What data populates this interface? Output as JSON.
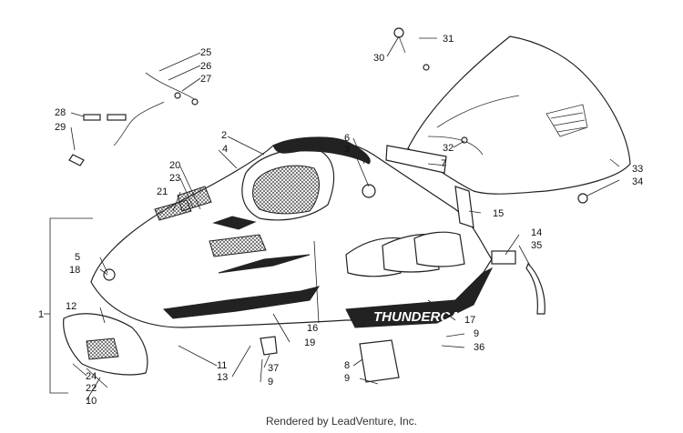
{
  "diagram": {
    "credit": "Rendered by LeadVenture, Inc.",
    "brand_text": "THUNDERCAT",
    "callouts": [
      {
        "id": "c1",
        "label": "1"
      },
      {
        "id": "c2",
        "label": "2"
      },
      {
        "id": "c3",
        "label": "3"
      },
      {
        "id": "c4",
        "label": "4"
      },
      {
        "id": "c5",
        "label": "5"
      },
      {
        "id": "c6",
        "label": "6"
      },
      {
        "id": "c7",
        "label": "7"
      },
      {
        "id": "c8",
        "label": "8"
      },
      {
        "id": "c9a",
        "label": "9"
      },
      {
        "id": "c9b",
        "label": "9"
      },
      {
        "id": "c9c",
        "label": "9"
      },
      {
        "id": "c10",
        "label": "10"
      },
      {
        "id": "c11",
        "label": "11"
      },
      {
        "id": "c12",
        "label": "12"
      },
      {
        "id": "c13",
        "label": "13"
      },
      {
        "id": "c14",
        "label": "14"
      },
      {
        "id": "c15",
        "label": "15"
      },
      {
        "id": "c16",
        "label": "16"
      },
      {
        "id": "c17",
        "label": "17"
      },
      {
        "id": "c18",
        "label": "18"
      },
      {
        "id": "c19",
        "label": "19"
      },
      {
        "id": "c20",
        "label": "20"
      },
      {
        "id": "c21",
        "label": "21"
      },
      {
        "id": "c22",
        "label": "22"
      },
      {
        "id": "c23",
        "label": "23"
      },
      {
        "id": "c24",
        "label": "24"
      },
      {
        "id": "c25",
        "label": "25"
      },
      {
        "id": "c26",
        "label": "26"
      },
      {
        "id": "c27",
        "label": "27"
      },
      {
        "id": "c28",
        "label": "28"
      },
      {
        "id": "c29",
        "label": "29"
      },
      {
        "id": "c30",
        "label": "30"
      },
      {
        "id": "c31",
        "label": "31"
      },
      {
        "id": "c32",
        "label": "32"
      },
      {
        "id": "c33",
        "label": "33"
      },
      {
        "id": "c34",
        "label": "34"
      },
      {
        "id": "c35",
        "label": "35"
      },
      {
        "id": "c36",
        "label": "36"
      },
      {
        "id": "c37",
        "label": "37"
      }
    ]
  }
}
